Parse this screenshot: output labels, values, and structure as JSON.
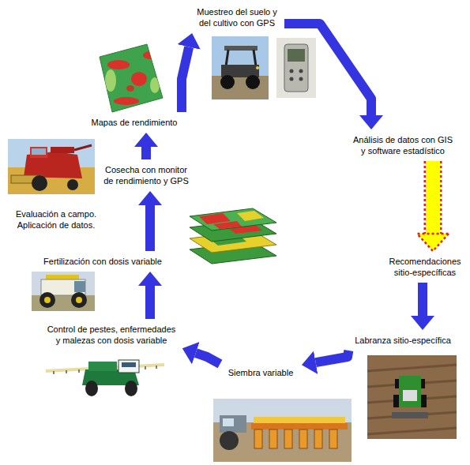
{
  "diagram": {
    "nodes": [
      {
        "text": [
          "Muestreo del suelo y del cultivo con GPS"
        ]
      },
      {
        "text": [
          "Análisis de datos con GIS y software estadístico"
        ]
      },
      {
        "text": [
          "Recomendaciones sitio-específicas"
        ]
      },
      {
        "text": [
          "Labranza sitio-específica"
        ]
      },
      {
        "text": [
          "Siembra variable"
        ]
      },
      {
        "text": [
          "Control de pestes, enfermedades y malezas con dosis variable"
        ]
      },
      {
        "text": [
          "Fertilización con dosis variable"
        ]
      },
      {
        "text": [
          "Cosecha con monitor de rendimiento y GPS"
        ]
      },
      {
        "text": [
          "Mapas de rendimiento"
        ]
      }
    ],
    "edges": [
      {
        "from": 0,
        "to": 1,
        "arrow": "to"
      },
      {
        "from": 1,
        "to": 2,
        "arrow": "to"
      },
      {
        "from": 2,
        "to": 3,
        "arrow": "to"
      },
      {
        "from": 3,
        "to": 4,
        "arrow": "to"
      },
      {
        "from": 4,
        "to": 5,
        "arrow": "to"
      },
      {
        "from": 5,
        "to": 6,
        "arrow": "to"
      },
      {
        "from": 6,
        "to": 7,
        "arrow": "to"
      },
      {
        "from": 7,
        "to": 8,
        "arrow": "to"
      },
      {
        "from": 8,
        "to": 0,
        "arrow": "to"
      }
    ],
    "labels": [
      "Evaluación a campo. Aplicación de datos."
    ]
  }
}
